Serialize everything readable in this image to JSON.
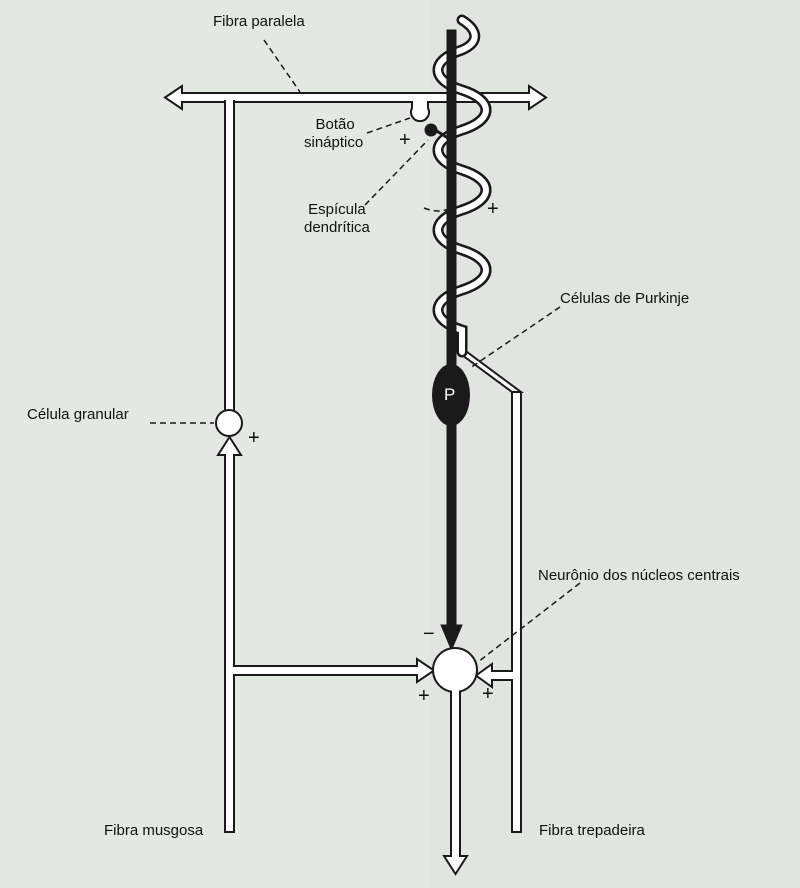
{
  "labels": {
    "parallel_fiber": "Fibra paralela",
    "synaptic_button_line1": "Botão",
    "synaptic_button_line2": "sináptico",
    "dendritic_spine_line1": "Espícula",
    "dendritic_spine_line2": "dendrítica",
    "purkinje_cells": "Células de Purkinje",
    "purkinje_soma": "P",
    "granule_cell": "Célula granular",
    "central_nuclei_neuron": "Neurônio dos núcleos centrais",
    "mossy_fiber": "Fibra musgosa",
    "climbing_fiber": "Fibra trepadeira"
  },
  "signs": {
    "synapse_plus": "+",
    "climbing_dendrite_plus": "+",
    "granule_plus": "+",
    "nucleus_minus": "−",
    "nucleus_plus_left": "+",
    "nucleus_plus_right": "+"
  },
  "colors": {
    "line": "#1a1a1a",
    "fill": "#ffffff",
    "purkinje": "#1a1a1a"
  }
}
